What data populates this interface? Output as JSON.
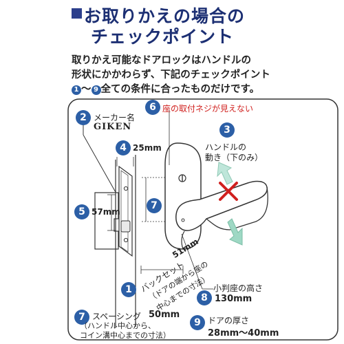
{
  "title": {
    "line1": "お取りかえの場合の",
    "line2": "チェックポイント"
  },
  "intro": {
    "line1": "取りかえ可能なドアロックはハンドルの",
    "line2": "形状にかかわらず、下記のチェックポイント",
    "range_start": "1",
    "range_sep": "～",
    "range_end": "9",
    "line3_rest": "全ての条件に合ったものだけです。"
  },
  "points": {
    "p2": {
      "num": "2",
      "label": "メーカー名",
      "value": "GIKEN"
    },
    "p6": {
      "num": "6",
      "label": "座の取付ネジが見えない"
    },
    "p3": {
      "num": "3",
      "line1": "ハンドルの",
      "line2": "動き（下のみ）"
    },
    "p4": {
      "num": "4",
      "value": "25mm"
    },
    "p5": {
      "num": "5",
      "value": "57mm"
    },
    "p7a": {
      "num": "7"
    },
    "p1": {
      "num": "1",
      "value": "51mm",
      "label": "バックセット",
      "note1": "（ドアの端から座の",
      "note2": "中心までの寸法）"
    },
    "p8": {
      "num": "8",
      "label": "小判座の高さ",
      "value": "130mm"
    },
    "p7": {
      "num": "7",
      "label": "スペーシング",
      "value": "50mm",
      "note1": "（ハンドル中心から、",
      "note2": "コイン溝中心までの寸法）"
    },
    "p9": {
      "num": "9",
      "label": "ドアの厚さ",
      "value": "28mm～40mm"
    }
  },
  "colors": {
    "title": "#1c2f73",
    "badge": "#2c5fa6",
    "red": "#d0201e",
    "arrow": "#9ed8c4"
  }
}
